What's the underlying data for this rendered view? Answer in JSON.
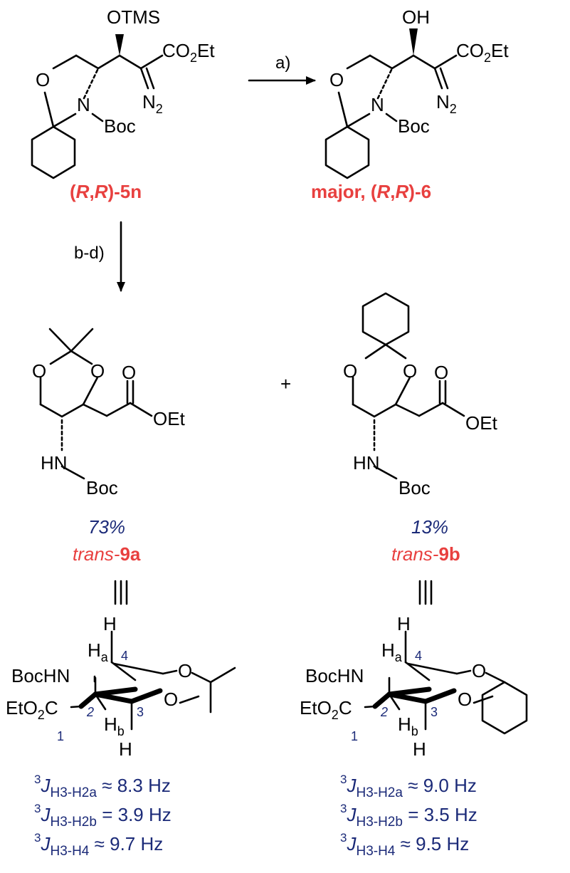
{
  "reaction": {
    "step_a": "a)",
    "step_bd": "b-d)",
    "plus": "+"
  },
  "compounds": {
    "start": {
      "label_parts": [
        "(",
        "R",
        ",",
        "R",
        ")-5n"
      ],
      "otms": "OTMS",
      "co2et": "CO",
      "co2et_sub": "2",
      "co2et_tail": "Et",
      "n2": "N",
      "n2_sub": "2",
      "n": "N",
      "o": "O",
      "boc": "Boc"
    },
    "product6": {
      "label_parts": [
        "major, (",
        "R",
        ",",
        "R",
        ")-6"
      ],
      "oh": "OH",
      "co2et": "CO",
      "co2et_sub": "2",
      "co2et_tail": "Et",
      "n2": "N",
      "n2_sub": "2",
      "n": "N",
      "o": "O",
      "boc": "Boc"
    },
    "p9a": {
      "yield": "73%",
      "label_prefix": "trans-",
      "label_bold": "9a",
      "o1": "O",
      "o2": "O",
      "carbonyl_o": "O",
      "oet": "OEt",
      "hn": "HN",
      "boc": "Boc"
    },
    "p9b": {
      "yield": "13%",
      "label_prefix": "trans-",
      "label_bold": "9b",
      "o1": "O",
      "o2": "O",
      "carbonyl_o": "O",
      "oet": "OEt",
      "hn": "HN",
      "boc": "Boc"
    }
  },
  "equivalence": "|||",
  "conformers": {
    "left": {
      "h_top": "H",
      "ha": "H",
      "ha_sub": "a",
      "n4": "4",
      "bochn": "BocHN",
      "o_ring": "O",
      "o_front": "O",
      "eto2c": "EtO",
      "eto2c_sub": "2",
      "eto2c_tail": "C",
      "n2": "2",
      "n3": "3",
      "n1": "1",
      "hb": "H",
      "hb_sub": "b",
      "h_bottom": "H"
    },
    "right": {
      "h_top": "H",
      "ha": "H",
      "ha_sub": "a",
      "n4": "4",
      "bochn": "BocHN",
      "o_ring": "O",
      "o_front": "O",
      "eto2c": "EtO",
      "eto2c_sub": "2",
      "eto2c_tail": "C",
      "n2": "2",
      "n3": "3",
      "n1": "1",
      "hb": "H",
      "hb_sub": "b",
      "h_bottom": "H"
    }
  },
  "couplings": {
    "left": [
      {
        "sup": "3",
        "J": "J",
        "sub": "H3-H2a",
        "rel": "≈",
        "value": "8.3 Hz"
      },
      {
        "sup": "3",
        "J": "J",
        "sub": "H3-H2b",
        "rel": "=",
        "value": "3.9 Hz"
      },
      {
        "sup": "3",
        "J": "J",
        "sub": "H3-H4",
        "rel": "≈",
        "value": "9.7 Hz"
      }
    ],
    "right": [
      {
        "sup": "3",
        "J": "J",
        "sub": "H3-H2a",
        "rel": "≈",
        "value": "9.0 Hz"
      },
      {
        "sup": "3",
        "J": "J",
        "sub": "H3-H2b",
        "rel": "=",
        "value": "3.5 Hz"
      },
      {
        "sup": "3",
        "J": "J",
        "sub": "H3-H4",
        "rel": "≈",
        "value": "9.5 Hz"
      }
    ]
  },
  "colors": {
    "label_red": "#e8403f",
    "text_blue": "#1b2a78",
    "bond": "#000000"
  }
}
